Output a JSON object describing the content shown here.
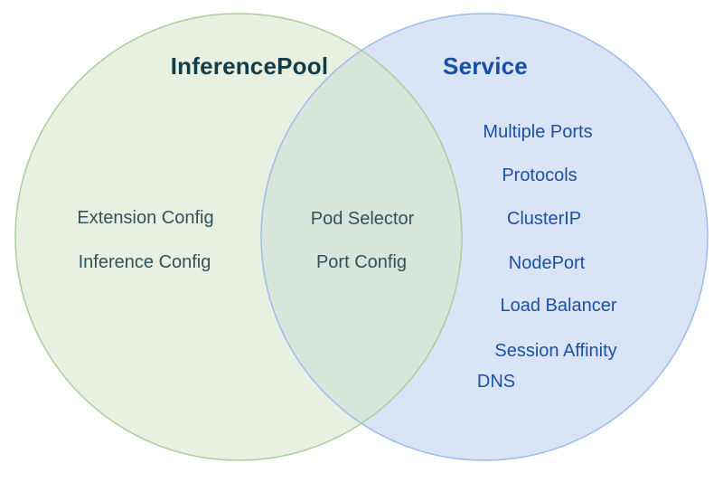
{
  "diagram": {
    "type": "venn",
    "left": {
      "title": "InferencePool",
      "items": [
        "Extension Config",
        "Inference Config"
      ]
    },
    "overlap": {
      "items": [
        "Pod Selector",
        "Port Config"
      ]
    },
    "right": {
      "title": "Service",
      "items": [
        "Multiple Ports",
        "Protocols",
        "ClusterIP",
        "NodePort",
        "Load Balancer",
        "Session Affinity",
        "DNS"
      ]
    }
  },
  "colors": {
    "background": "#ffffff",
    "left_fill": "#e8f0e2",
    "left_stroke": "#a9ce9b",
    "right_fill": "#d9e4f6",
    "right_stroke": "#9dbcec",
    "overlap_fill": "#d8e5db",
    "left_title_text": "#113c48",
    "left_item_text": "#2e525e",
    "right_title_text": "#174ea6",
    "right_item_text": "#1b51a5"
  }
}
